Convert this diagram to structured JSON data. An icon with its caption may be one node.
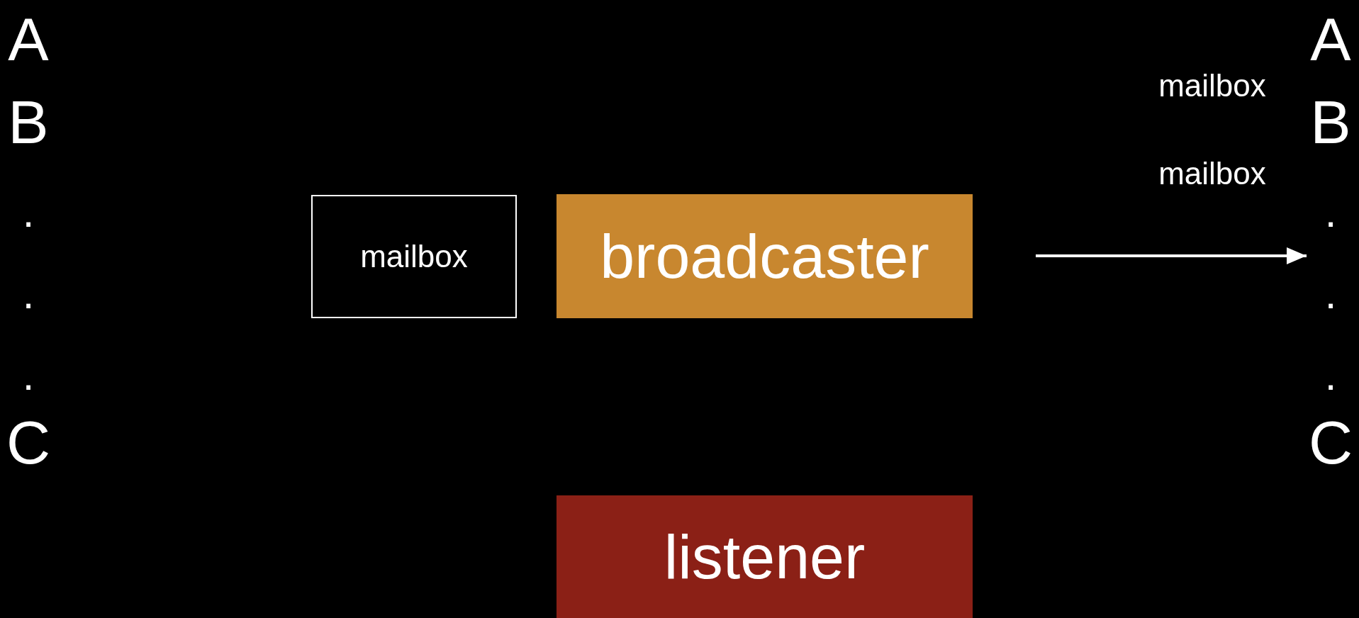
{
  "diagram": {
    "nodes": [
      {
        "text": [
          "mailbox"
        ]
      },
      {
        "text": [
          "broadcaster"
        ]
      },
      {
        "text": [
          "listener"
        ]
      }
    ],
    "labels": [
      "A",
      "B",
      ".",
      ".",
      ".",
      "C",
      "mailbox",
      "A",
      "mailbox",
      "B",
      ".",
      ".",
      ".",
      "C"
    ]
  }
}
